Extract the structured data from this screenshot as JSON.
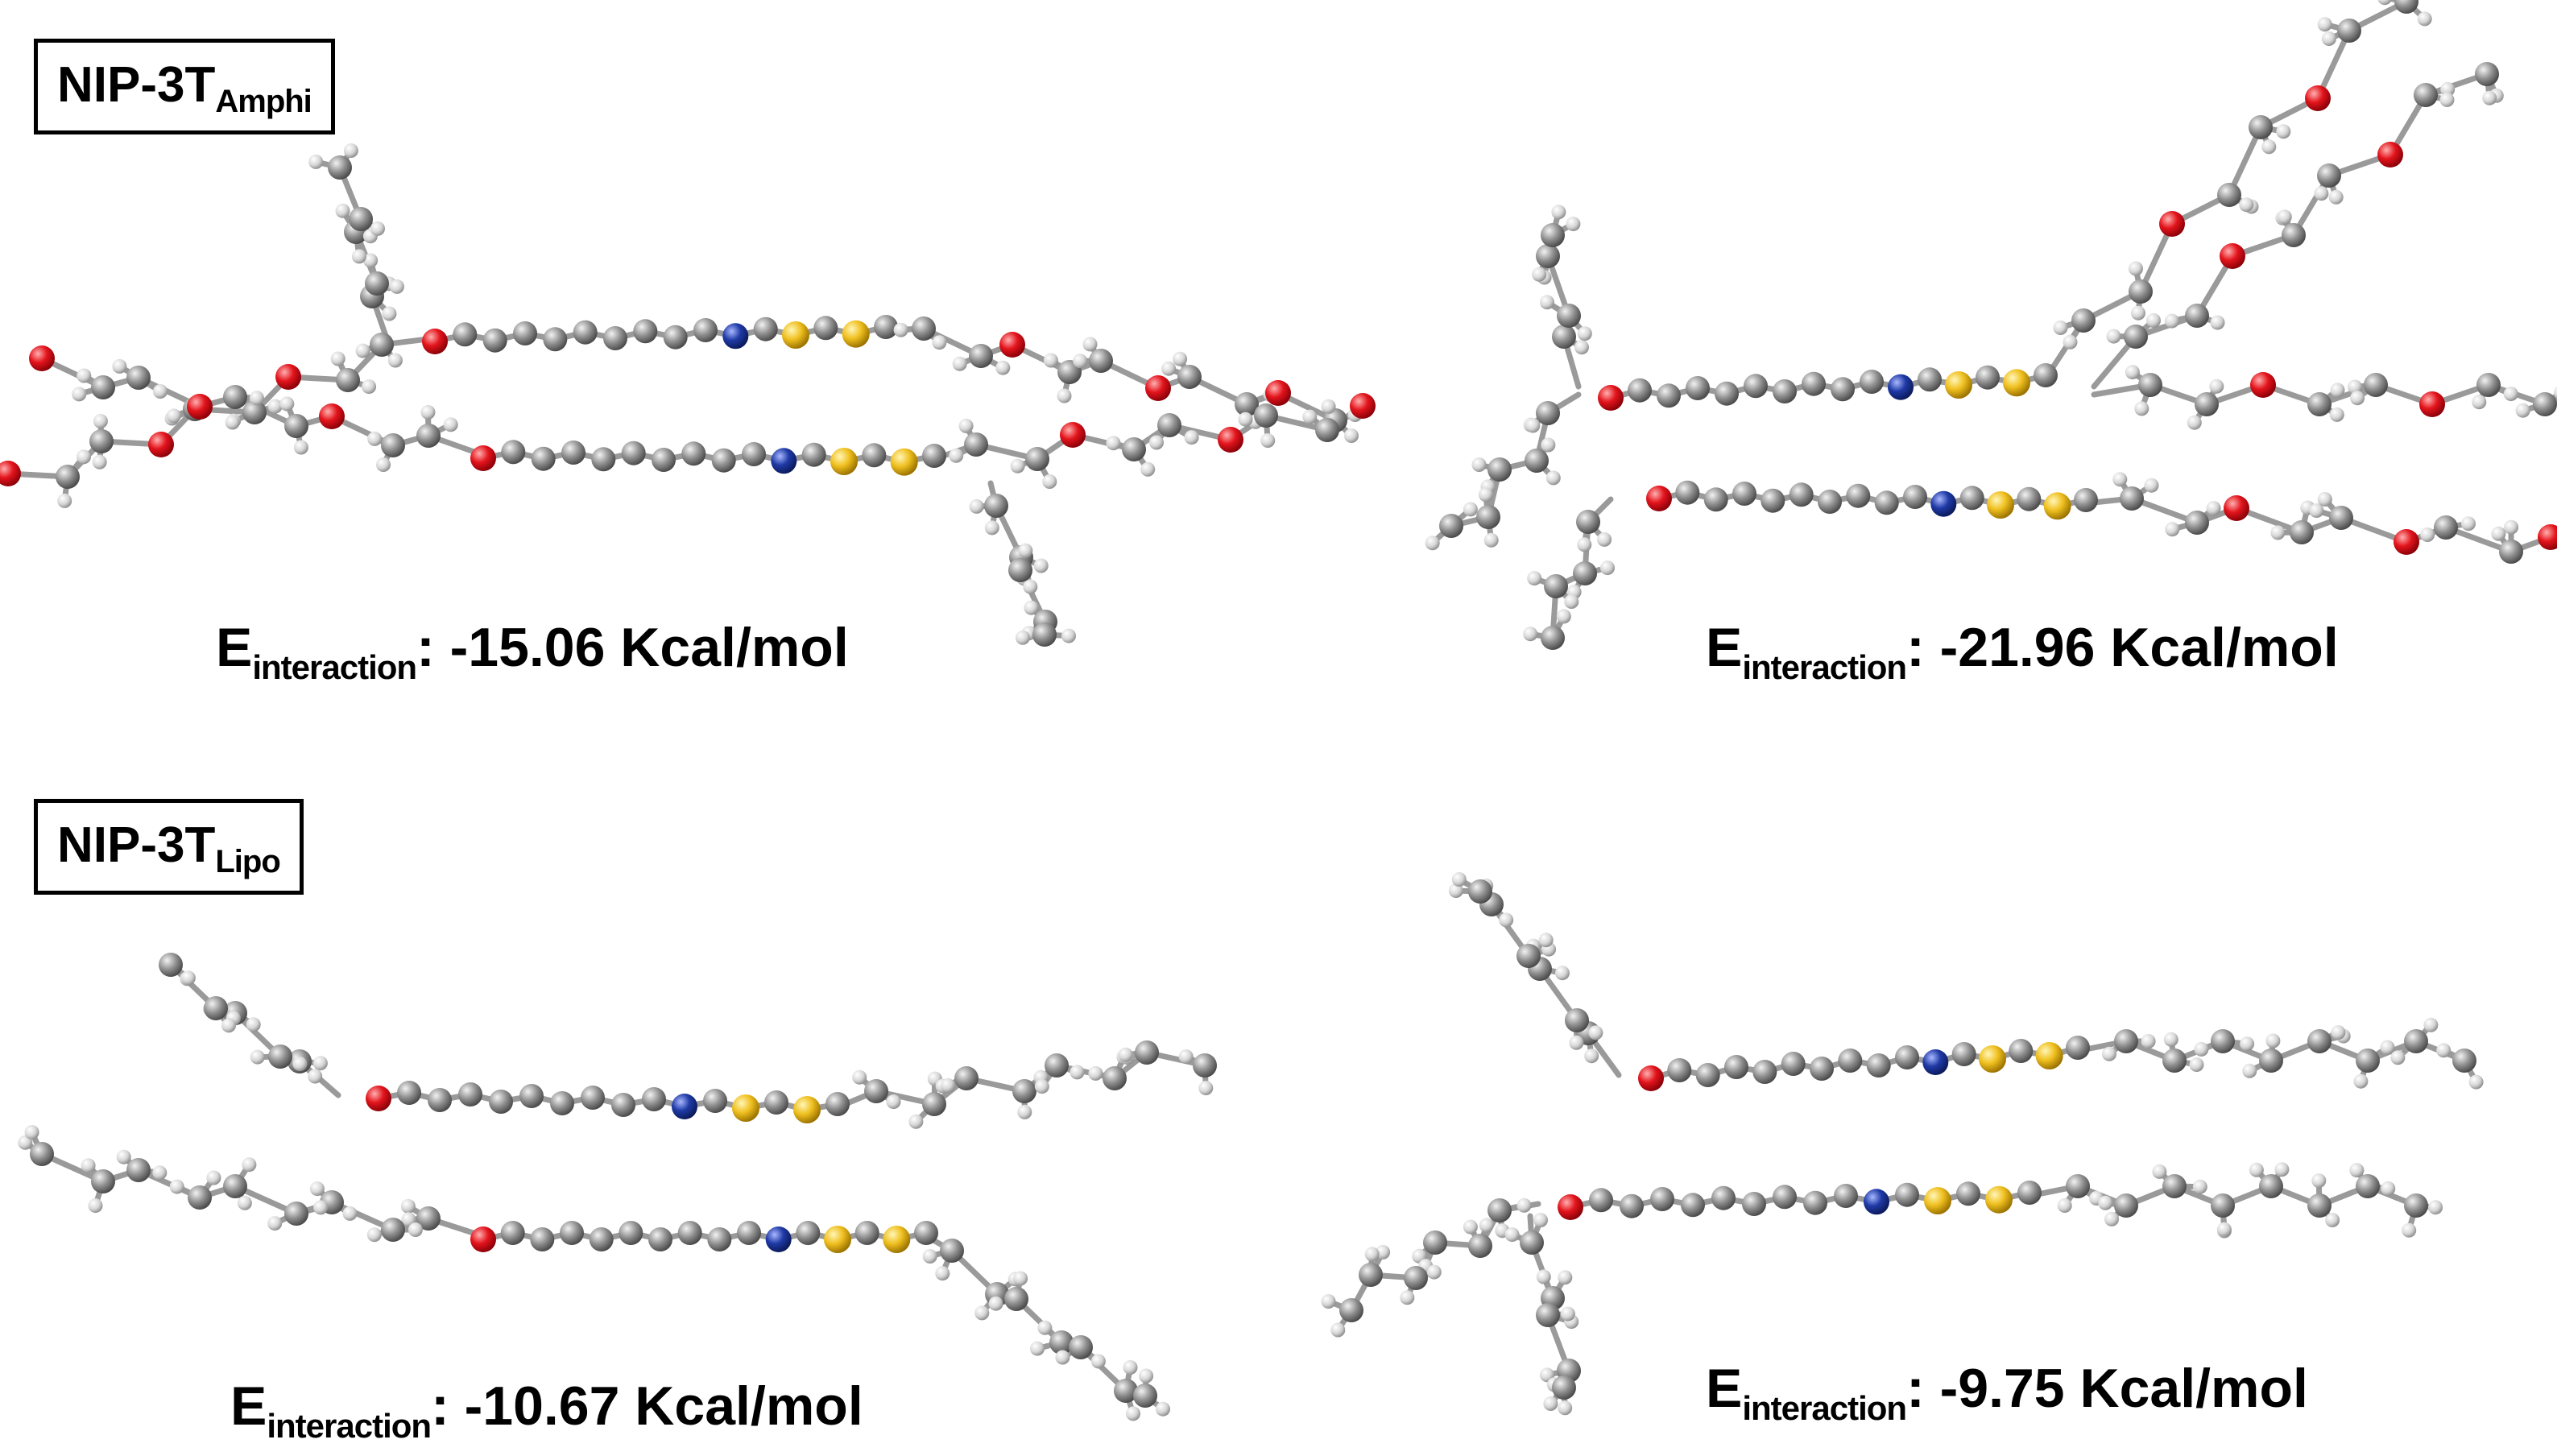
{
  "panels": [
    {
      "label": {
        "main": "NIP-3T",
        "sub": "Amphi"
      },
      "dimers": [
        {
          "energy_symbol": "E",
          "energy_sub": "interaction",
          "energy_value": ": -15.06 Kcal/mol"
        },
        {
          "energy_symbol": "E",
          "energy_sub": "interaction",
          "energy_value": ": -21.96 Kcal/mol"
        }
      ]
    },
    {
      "label": {
        "main": "NIP-3T",
        "sub": "Lipo"
      },
      "dimers": [
        {
          "energy_symbol": "E",
          "energy_sub": "interaction",
          "energy_value": ": -10.67 Kcal/mol"
        },
        {
          "energy_symbol": "E",
          "energy_sub": "interaction",
          "energy_value": ": -9.75 Kcal/mol"
        }
      ]
    }
  ],
  "atom_colors": {
    "carbon": "#8a8a8a",
    "hydrogen": "#e2e2e2",
    "oxygen": "#e3141c",
    "nitrogen": "#1f3aa6",
    "sulfur": "#f0c020"
  }
}
